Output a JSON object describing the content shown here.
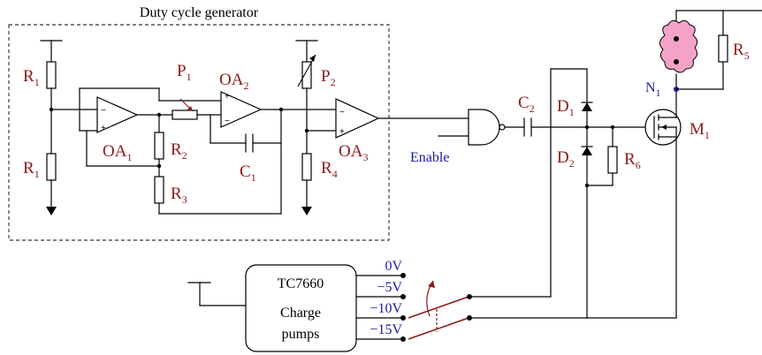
{
  "diagram": {
    "title": "Duty cycle generator",
    "components": {
      "r1_top": {
        "base": "R",
        "sub": "1"
      },
      "r1_bot": {
        "base": "R",
        "sub": "1"
      },
      "oa1": {
        "base": "OA",
        "sub": "1"
      },
      "p1": {
        "base": "P",
        "sub": "1"
      },
      "oa2": {
        "base": "OA",
        "sub": "2"
      },
      "r2": {
        "base": "R",
        "sub": "2"
      },
      "r3": {
        "base": "R",
        "sub": "3"
      },
      "c1": {
        "base": "C",
        "sub": "1"
      },
      "p2": {
        "base": "P",
        "sub": "2"
      },
      "oa3": {
        "base": "OA",
        "sub": "3"
      },
      "r4": {
        "base": "R",
        "sub": "4"
      },
      "c2": {
        "base": "C",
        "sub": "2"
      },
      "d1": {
        "base": "D",
        "sub": "1"
      },
      "d2": {
        "base": "D",
        "sub": "2"
      },
      "r6": {
        "base": "R",
        "sub": "6"
      },
      "m1": {
        "base": "M",
        "sub": "1"
      },
      "n1": {
        "base": "N",
        "sub": "1"
      },
      "r5": {
        "base": "R",
        "sub": "5"
      }
    },
    "enable_label": "Enable",
    "charge_pump": {
      "line1": "TC7660",
      "line2": "Charge",
      "line3": "pumps"
    },
    "voltages": [
      "0V",
      "−5V",
      "−10V",
      "−15V"
    ],
    "colors": {
      "component_labels": "#8b1a1a",
      "signal_labels": "#1a1aa8",
      "wires": "#000000",
      "load": "#f4a3c7"
    }
  }
}
